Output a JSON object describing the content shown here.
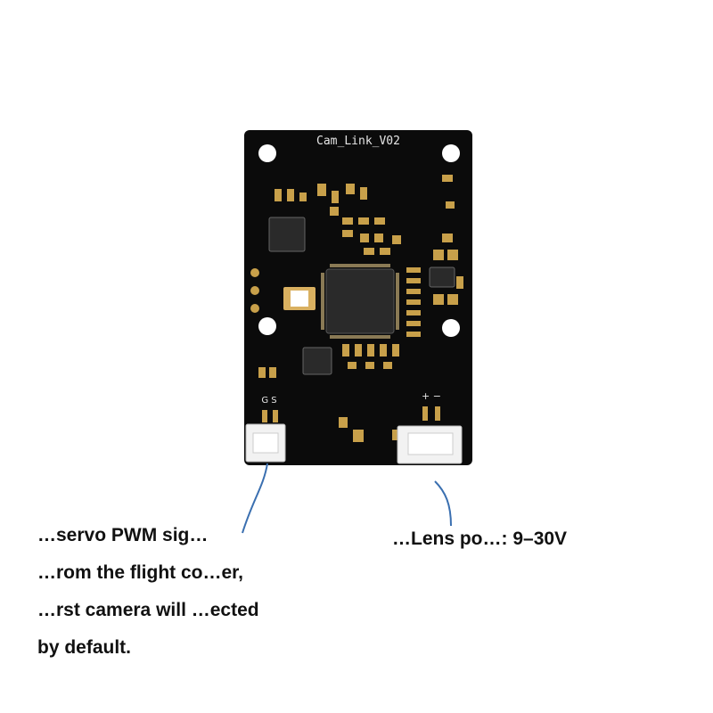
{
  "board": {
    "silkscreen_label": "Cam_Link_V02",
    "connector_left_pins": "G S",
    "connector_right_pins": "+ −",
    "colors": {
      "pcb": "#0b0b0b",
      "pad": "#c8a04a",
      "chip": "#2a2a2a",
      "silk": "#e6e6e6",
      "wire": "#3a6fb0"
    }
  },
  "captions": {
    "left_lines": [
      "…servo PWM sig…",
      "…rom the flight co…er,",
      "…rst camera will …ected",
      "by default."
    ],
    "right": "…Lens po…: 9–30V"
  }
}
